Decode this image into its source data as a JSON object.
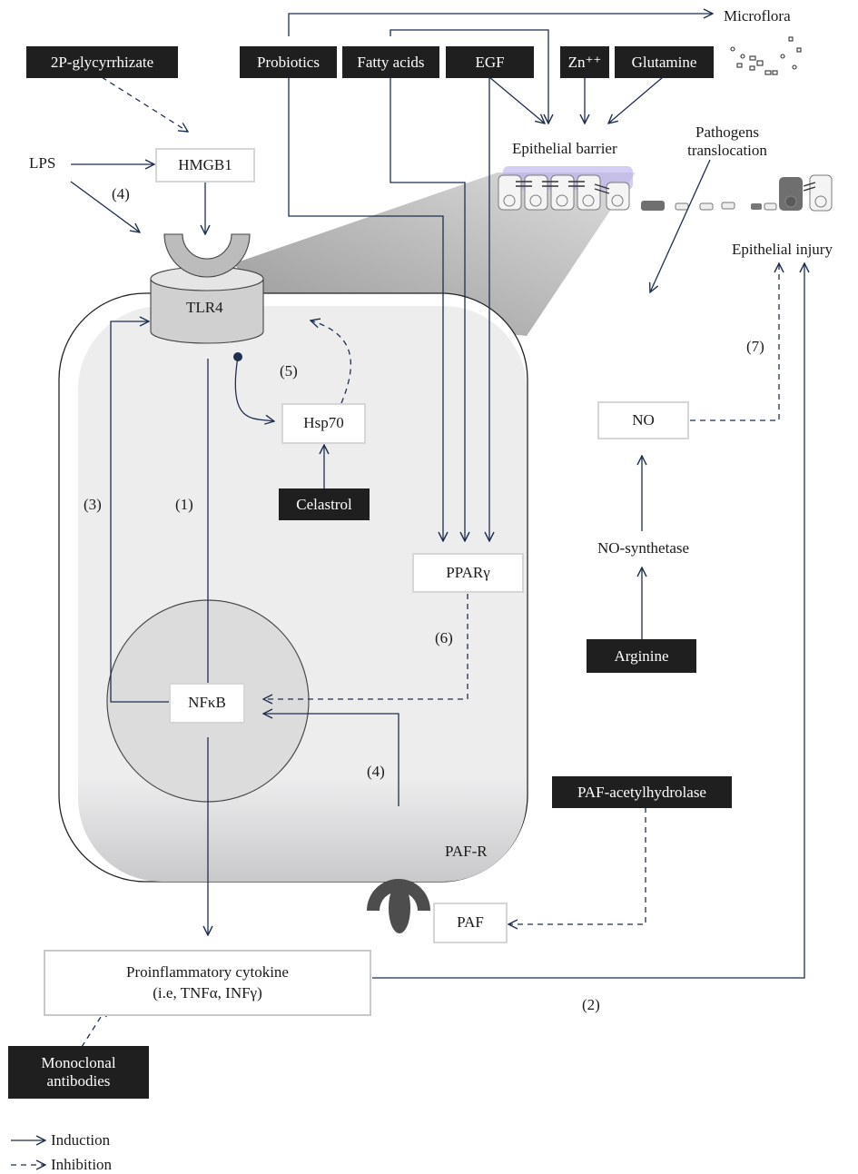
{
  "drugs": {
    "glycyrrhizate": "2P-glycyrrhizate",
    "probiotics": "Probiotics",
    "fatty_acids": "Fatty acids",
    "egf": "EGF",
    "zinc": "Zn⁺⁺",
    "glutamine": "Glutamine",
    "celastrol": "Celastrol",
    "arginine": "Arginine",
    "paf_acetylhydrolase": "PAF-acetylhydrolase",
    "monoclonal_line1": "Monoclonal",
    "monoclonal_line2": "antibodies"
  },
  "nodes": {
    "hmgb1": "HMGB1",
    "hsp70": "Hsp70",
    "ppar": "PPARγ",
    "nfkb": "NFκB",
    "no": "NO",
    "paf": "PAF",
    "cytokine_line1": "Proinflammatory cytokine",
    "cytokine_line2": "(i.e, TNFα, INFγ)"
  },
  "labels": {
    "lps": "LPS",
    "tlr4": "TLR4",
    "microflora": "Microflora",
    "epithelial_barrier": "Epithelial barrier",
    "pathogens_line1": "Pathogens",
    "pathogens_line2": "translocation",
    "epithelial_injury": "Epithelial injury",
    "no_synthetase": "NO-synthetase",
    "paf_r": "PAF-R"
  },
  "steps": {
    "s1": "(1)",
    "s2": "(2)",
    "s3": "(3)",
    "s4_top": "(4)",
    "s4_bottom": "(4)",
    "s5": "(5)",
    "s6": "(6)",
    "s7": "(7)"
  },
  "legend": {
    "induction": "Induction",
    "inhibition": "Inhibition"
  },
  "colors": {
    "arrow": "#1f2f4f",
    "drug_box": "#1f1f1f",
    "cell_fill": "#ececed",
    "nucleus_fill": "#dcdcdc",
    "barrier_glow": "#b7aef0"
  }
}
